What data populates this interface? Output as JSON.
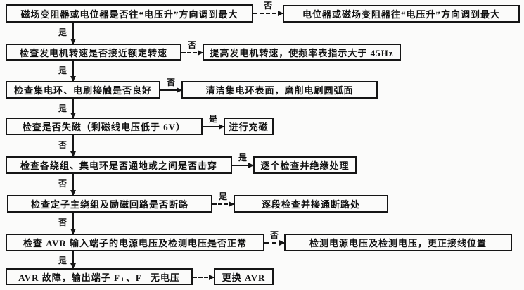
{
  "figure": {
    "background_color": "#fbfbfa",
    "line_color": "#151515",
    "type": "troubleshooting-flowchart"
  },
  "rows": [
    {
      "left": "磁场变阻器或电位器是否往“电压升”方向调到最大",
      "branch_label": "否",
      "right": "电位器或磁场变阻器往“电压升”方向调到最大",
      "down_label": "是"
    },
    {
      "left": "检查发电机转速是否接近额定转速",
      "branch_label": "否",
      "right": "提高发电机转速，使频率表指示大于 45Hz",
      "down_label": "是"
    },
    {
      "left": "检查集电环、电刷接触是否良好",
      "branch_label": "否",
      "right": "清洁集电环表面，磨削电刷圆弧面",
      "down_label": "是"
    },
    {
      "left": "检查是否失磁（剩磁线电压低于 6V）",
      "branch_label": "是",
      "right": "进行充磁",
      "down_label": "否"
    },
    {
      "left": "检查各绕组、集电环是否通地或之间是否击穿",
      "branch_label": "是",
      "right": "逐个检查并绝缘处理",
      "down_label": "否"
    },
    {
      "left": "检查定子主绕组及励磁回路是否断路",
      "branch_label": "是",
      "right": "逐段检查并接通断路处",
      "down_label": "否"
    },
    {
      "left": "检查 AVR 输入端子的电源电压及检测电压是否正常",
      "branch_label": "否",
      "right": "检测电源电压及检测电压，更正接线位置",
      "down_label": "是"
    },
    {
      "left": "AVR 故障，输出端子 F₊、F₋ 无电压",
      "branch_label": "",
      "right": "更换 AVR",
      "down_label": ""
    }
  ]
}
